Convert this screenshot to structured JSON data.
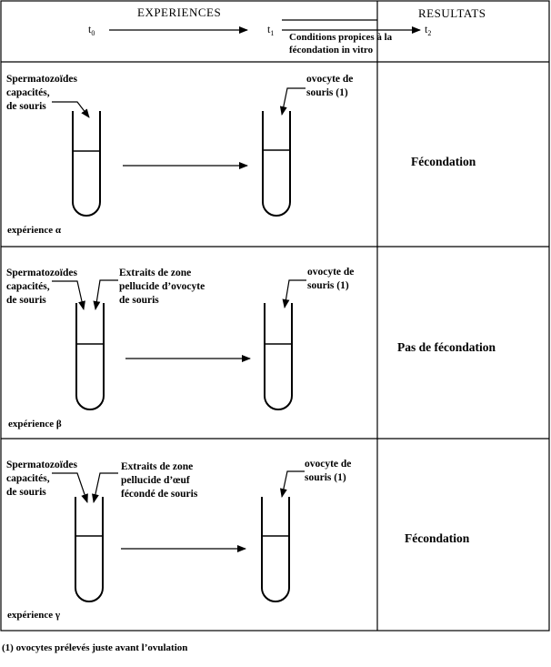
{
  "header": {
    "experiences": "EXPERIENCES",
    "resultats": "RESULTATS",
    "t0": "t",
    "t0_sub": "0",
    "t1": "t",
    "t1_sub": "1",
    "t2": "t",
    "t2_sub": "2",
    "conditions": "Conditions propices à la\nfécondation in vitro"
  },
  "rows": [
    {
      "sperm_label": "Spermatozoïdes\ncapacités,\nde souris",
      "extract_label": "",
      "oocyte_label": "ovocyte de\nsouris (1)",
      "experiment": "expérience α",
      "result": "Fécondation"
    },
    {
      "sperm_label": "Spermatozoïdes\ncapacités,\nde souris",
      "extract_label": "Extraits de zone\npellucide d’ovocyte\nde souris",
      "oocyte_label": "ovocyte de\nsouris (1)",
      "experiment": "expérience β",
      "result": "Pas de fécondation"
    },
    {
      "sperm_label": "Spermatozoïdes\ncapacités,\nde souris",
      "extract_label": "Extraits de zone\npellucide d’œuf\nfécondé de souris",
      "oocyte_label": "ovocyte de\nsouris (1)",
      "experiment": "expérience γ",
      "result": "Fécondation"
    }
  ],
  "footnote": "(1) ovocytes prélevés juste avant l’ovulation"
}
